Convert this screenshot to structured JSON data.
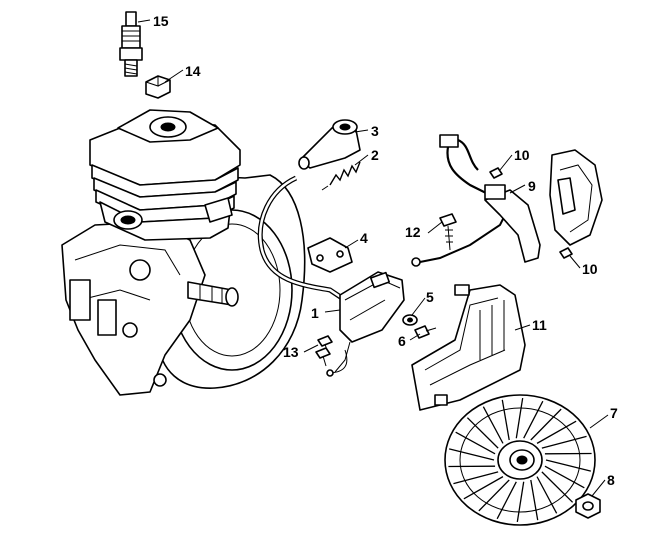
{
  "callouts": [
    {
      "id": "1",
      "text": "1"
    },
    {
      "id": "2",
      "text": "2"
    },
    {
      "id": "3",
      "text": "3"
    },
    {
      "id": "4",
      "text": "4"
    },
    {
      "id": "5",
      "text": "5"
    },
    {
      "id": "6",
      "text": "6"
    },
    {
      "id": "7",
      "text": "7"
    },
    {
      "id": "8",
      "text": "8"
    },
    {
      "id": "9",
      "text": "9"
    },
    {
      "id": "10a",
      "text": "10"
    },
    {
      "id": "10b",
      "text": "10"
    },
    {
      "id": "11",
      "text": "11"
    },
    {
      "id": "12",
      "text": "12"
    },
    {
      "id": "13",
      "text": "13"
    },
    {
      "id": "14",
      "text": "14"
    },
    {
      "id": "15",
      "text": "15"
    }
  ],
  "colors": {
    "line": "#000000",
    "background": "#ffffff"
  }
}
